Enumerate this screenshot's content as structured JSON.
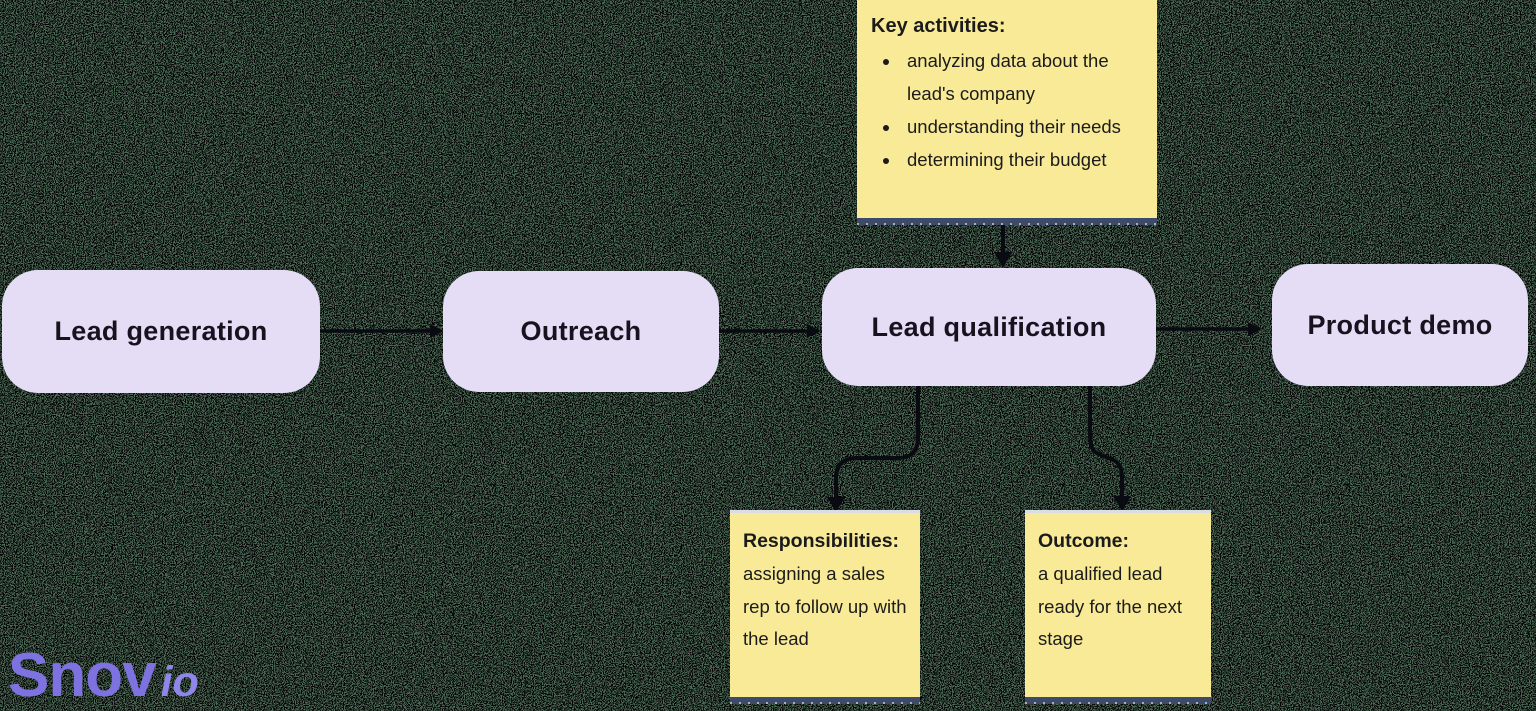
{
  "stages": [
    {
      "label": "Lead generation"
    },
    {
      "label": "Outreach"
    },
    {
      "label": "Lead qualification"
    },
    {
      "label": "Product demo"
    }
  ],
  "notes": {
    "key_activities": {
      "title": "Key activities:",
      "bullets": [
        "analyzing data about the lead's company",
        "understanding their needs",
        "determining their budget"
      ]
    },
    "responsibilities": {
      "title": "Responsibilities:",
      "body": "assigning a sales rep to follow up with the lead"
    },
    "outcome": {
      "title": "Outcome:",
      "body": "a qualified lead ready for the next stage"
    }
  },
  "logo": {
    "brand": "Snov",
    "suffix": "io"
  },
  "colors": {
    "background_green": "#4d6a56",
    "noise": "#000000",
    "stage_fill": "#E5DCF6",
    "stage_text": "#17131E",
    "note_fill": "#F8EA97",
    "note_edge_bottom": "#3D4B68",
    "note_edge_top": "#D8DDE6",
    "connector": "#0A0A12",
    "logo_primary": "#7D72DF",
    "logo_suffix": "#8F86E9"
  }
}
